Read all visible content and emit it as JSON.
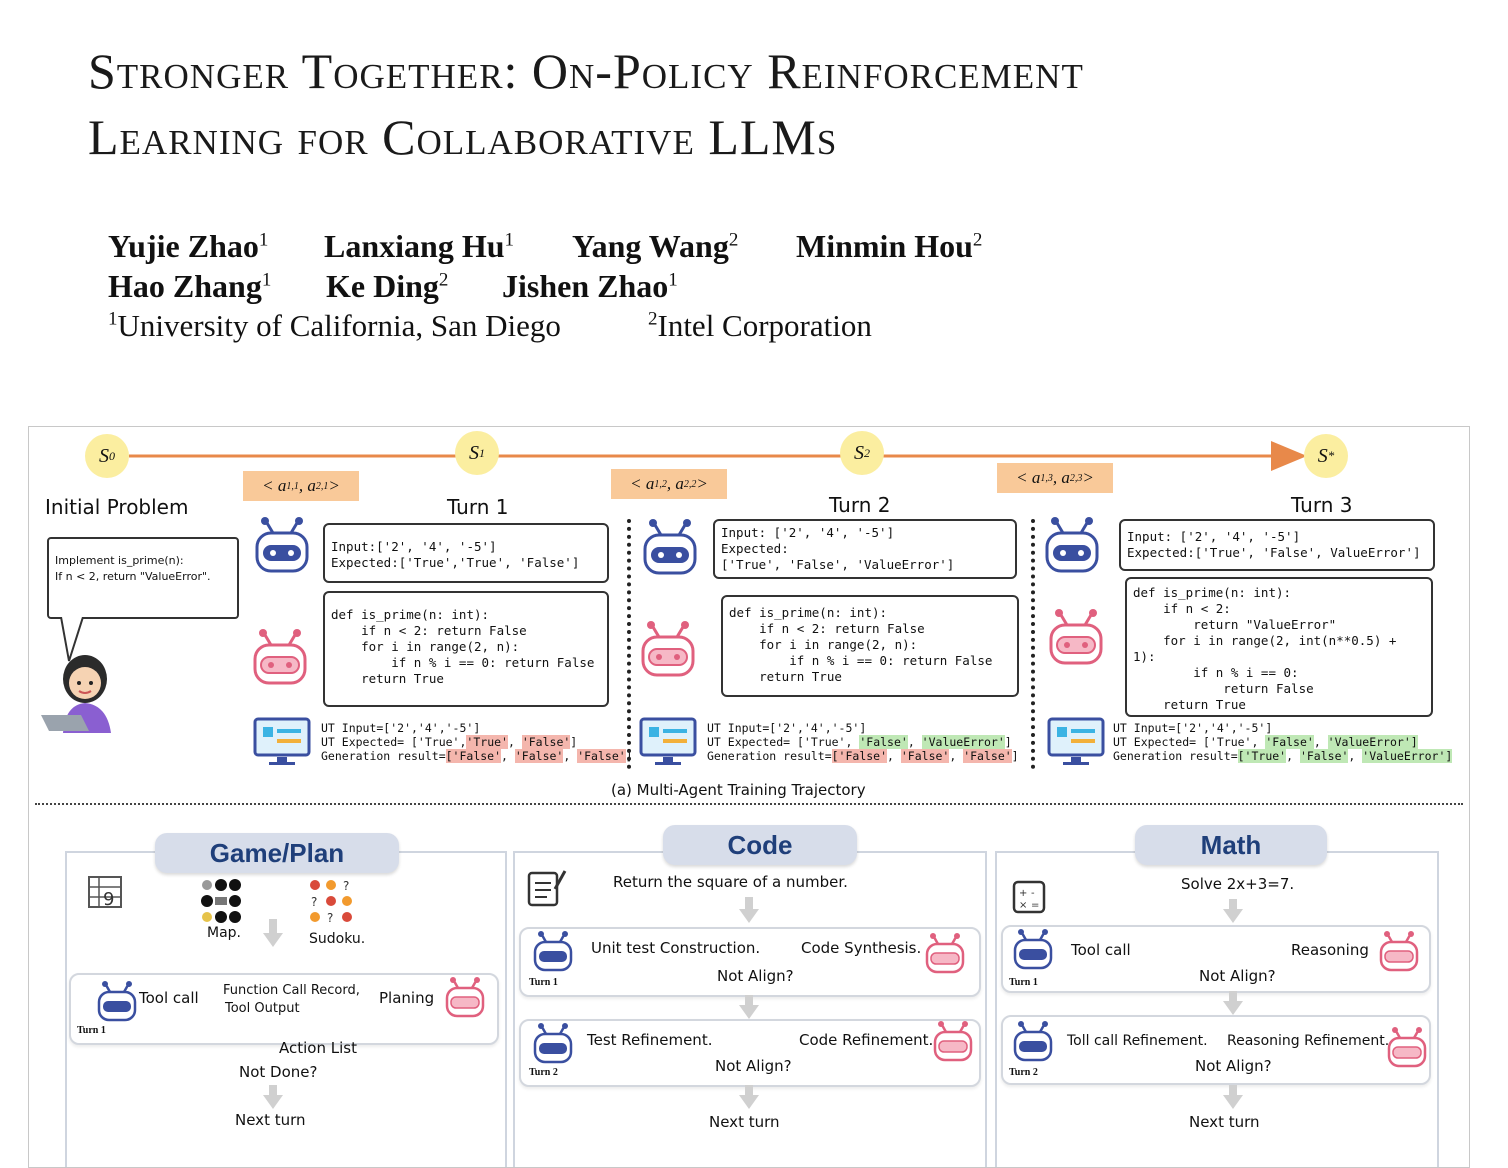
{
  "title": "Stronger Together: On-Policy Reinforcement\nLearning for Collaborative LLMs",
  "authors_line1": [
    {
      "name": "Yujie Zhao",
      "aff": "1"
    },
    {
      "name": "Lanxiang Hu",
      "aff": "1"
    },
    {
      "name": "Yang Wang",
      "aff": "2"
    },
    {
      "name": "Minmin Hou",
      "aff": "2"
    }
  ],
  "authors_line2": [
    {
      "name": "Hao Zhang",
      "aff": "1"
    },
    {
      "name": "Ke Ding",
      "aff": "2"
    },
    {
      "name": "Jishen Zhao",
      "aff": "1"
    }
  ],
  "affiliations": [
    {
      "mark": "1",
      "name": "University of California, San Diego"
    },
    {
      "mark": "2",
      "name": "Intel Corporation"
    }
  ],
  "figure": {
    "states": [
      "S0",
      "S1",
      "S2",
      "S*"
    ],
    "actions": [
      "< a1,1, a2,1 >",
      "< a1,2, a2,2 >",
      "< a1,3, a2,3 >"
    ],
    "initial_problem": {
      "label": "Initial Problem",
      "text": "Implement is_prime(n):\nIf n < 2, return \"ValueError\"."
    },
    "turns": [
      {
        "label": "Turn 1",
        "test_box": "Input:['2', '4', '-5']\nExpected:['True','True', 'False']",
        "code_box": "def is_prime(n: int):\n    if n < 2: return False\n    for i in range(2, n):\n        if n % i == 0: return False\n    return True",
        "ut_input": "UT Input=['2','4','-5']",
        "ut_expected_prefix": "UT Expected= ['True'",
        "ut_expected_items": [
          "'True'",
          "'False'"
        ],
        "gen_prefix": "Generation result=",
        "gen_items": [
          "['False'",
          "'False'",
          "'False'"
        ]
      },
      {
        "label": "Turn 2",
        "test_box": "Input: ['2', '4', '-5']\nExpected:\n['True', 'False', 'ValueError']",
        "code_box": "def is_prime(n: int):\n    if n < 2: return False\n    for i in range(2, n):\n        if n % i == 0: return False\n    return True",
        "ut_input": "UT Input=['2','4','-5']",
        "ut_expected_prefix": "UT Expected= ['True',",
        "ut_expected_items": [
          "'False'",
          "'ValueError'"
        ],
        "gen_prefix": "Generation result=",
        "gen_items": [
          "['False'",
          "'False'",
          "'False'"
        ]
      },
      {
        "label": "Turn 3",
        "test_box": "Input: ['2', '4', '-5']\nExpected:['True', 'False', ValueError']",
        "code_box": "def is_prime(n: int):\n    if n < 2:\n        return \"ValueError\"\n    for i in range(2, int(n**0.5) +\n1):\n        if n % i == 0:\n            return False\n    return True",
        "ut_input": "UT Input=['2','4','-5']",
        "ut_expected_prefix": "UT Expected= ['True',",
        "ut_expected_items": [
          "'False'",
          "'ValueError']"
        ],
        "gen_prefix": "Generation result=",
        "gen_items": [
          "['True'",
          "'False'",
          "'ValueError']"
        ]
      }
    ],
    "caption": "(a) Multi-Agent Training Trajectory",
    "panels": {
      "game": {
        "title": "Game/Plan",
        "map_label": "Map.",
        "sudoku_label": "Sudoku.",
        "tool_call": "Tool call",
        "function_record": "Function Call Record,",
        "tool_output": "Tool Output",
        "planing": "Planing",
        "turn1": "Turn 1",
        "action_list": "Action List",
        "not_done": "Not Done?",
        "next_turn": "Next turn"
      },
      "code": {
        "title": "Code",
        "prompt": "Return the square of a number.",
        "turn1_left": "Unit test Construction.",
        "turn1_right": "Code Synthesis.",
        "turn1_mid": "Not Align?",
        "turn1": "Turn 1",
        "turn2_left": "Test Refinement.",
        "turn2_right": "Code Refinement.",
        "turn2_mid": "Not Align?",
        "turn2": "Turn 2",
        "next_turn": "Next turn"
      },
      "math": {
        "title": "Math",
        "prompt": "Solve 2x+3=7.",
        "turn1_left": "Tool call",
        "turn1_right": "Reasoning",
        "turn1_mid": "Not Align?",
        "turn1": "Turn 1",
        "turn2_left": "Toll call Refinement.",
        "turn2_right": "Reasoning Refinement.",
        "turn2_mid": "Not Align?",
        "turn2": "Turn 2",
        "next_turn": "Next turn"
      }
    },
    "colors": {
      "state_fill": "#fbeea0",
      "action_fill": "#f9c999",
      "timeline": "#e8894a",
      "robot_blue": "#3a4fa0",
      "robot_pink": "#e0607e",
      "panel_title_fill": "#d7ddea",
      "panel_title_text": "#1f3f7a",
      "highlight_red": "#f4b6ad",
      "highlight_green": "#bfe8b5"
    },
    "icons": [
      "robot-blue-icon",
      "robot-pink-icon",
      "monitor-icon",
      "student-icon",
      "grid-icon",
      "notepad-icon",
      "calculator-icon"
    ]
  }
}
